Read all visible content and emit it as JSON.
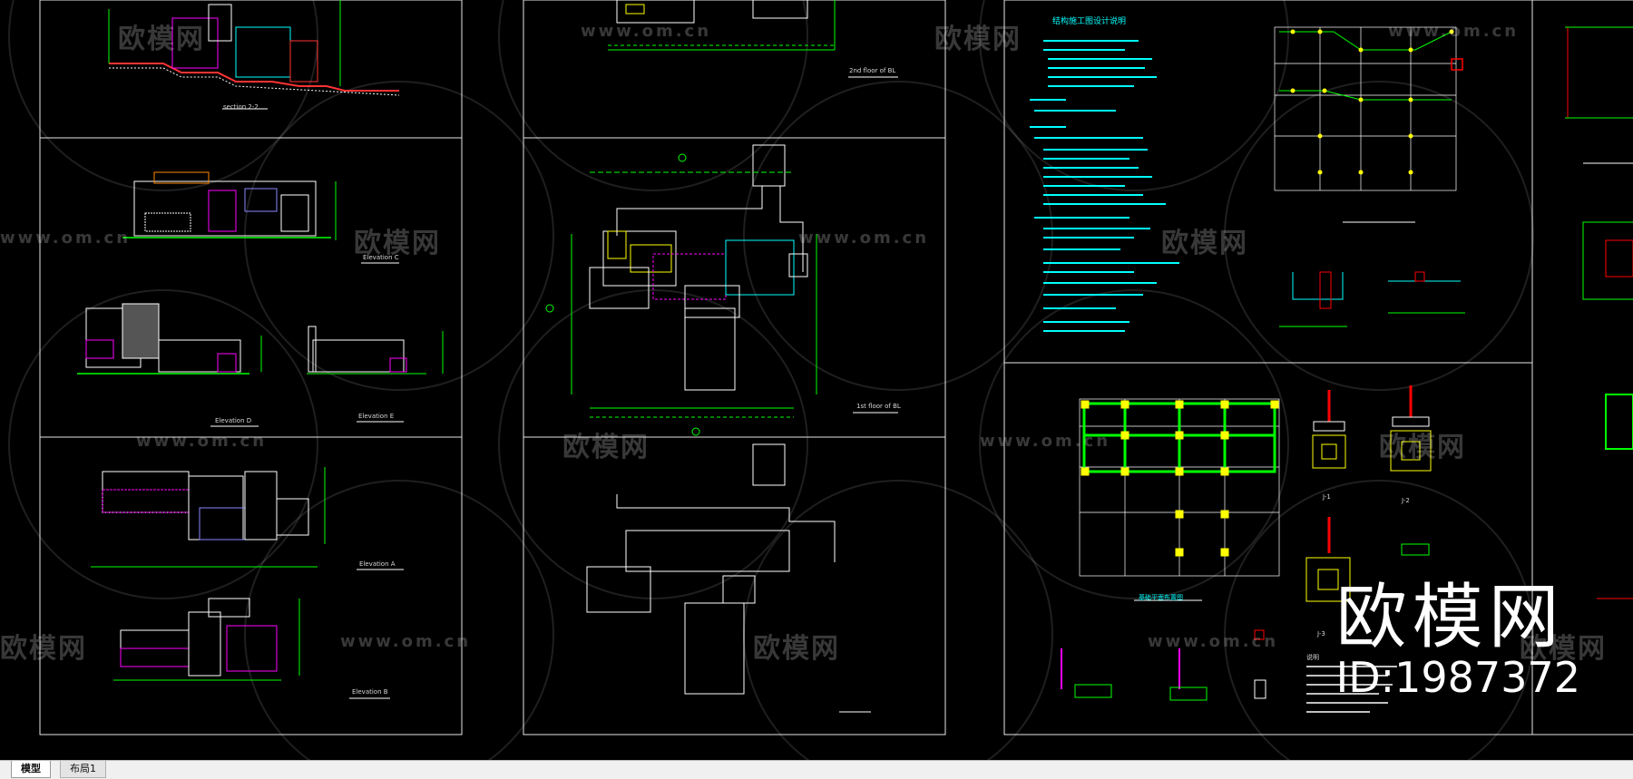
{
  "watermark": {
    "brand": "欧模网",
    "url": "www.om.cn",
    "id_text": "ID:1987372"
  },
  "sheet1": {
    "labels": [
      "section 2-2",
      "Elevation C",
      "Elevation D",
      "Elevation E",
      "Elevation A",
      "Elevation B"
    ]
  },
  "sheet2": {
    "labels": [
      "2nd floor of BL",
      "1st floor of BL"
    ]
  },
  "sheet3": {
    "title": "结构施工图设计说明",
    "labels": [
      "基础平面布置图",
      "J-1",
      "J-2",
      "J-3",
      "说明"
    ]
  },
  "tabs": [
    {
      "label": "模型",
      "active": true
    },
    {
      "label": "布局1",
      "active": false
    }
  ],
  "colors": {
    "background": "#000000",
    "frame": "#e6e6e6",
    "cad_green": "#00ff00",
    "cad_cyan": "#00ffff",
    "cad_yellow": "#ffff00",
    "cad_magenta": "#ff00ff",
    "cad_red": "#ff0000"
  }
}
